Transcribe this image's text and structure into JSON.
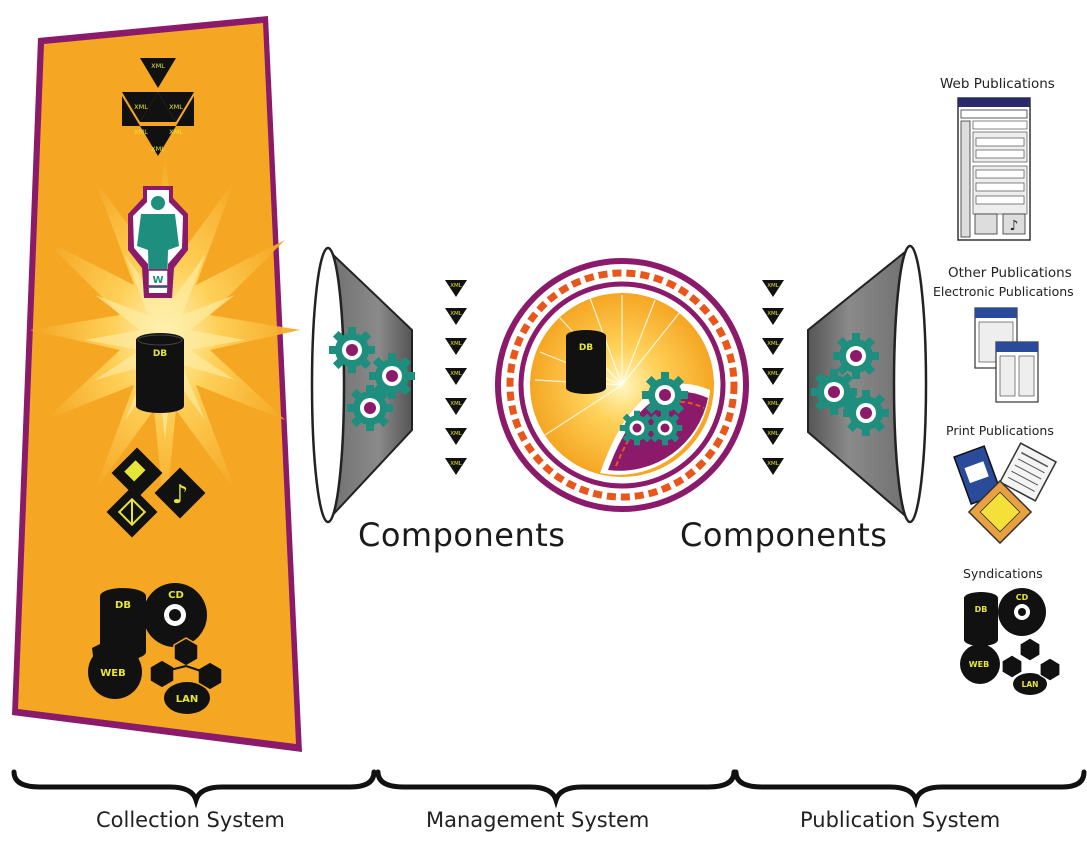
{
  "xml_tag": "XML",
  "collection": {
    "db_label": "DB",
    "author_letter": "W",
    "sources": {
      "db": "DB",
      "cd": "CD",
      "web": "WEB",
      "lan": "LAN"
    }
  },
  "management": {
    "components_left": "Components",
    "components_right": "Components",
    "repository_db": "DB"
  },
  "publications": {
    "web_title": "Web Publications",
    "other_title": "Other Publications",
    "electronic_title": "Electronic Publications",
    "print_title": "Print Publications",
    "syndication_title": "Syndications",
    "syndication_sources": {
      "db": "DB",
      "cd": "CD",
      "web": "WEB",
      "lan": "LAN"
    }
  },
  "systems": {
    "collection": "Collection System",
    "management": "Management System",
    "publication": "Publication System"
  },
  "colors": {
    "gold": "#F5A623",
    "magenta": "#8B1A6B",
    "teal": "#1E8E7E",
    "orange": "#E8561C",
    "black": "#111111",
    "gray": "#7A7A7A",
    "yellow_text": "#E6E63A"
  }
}
